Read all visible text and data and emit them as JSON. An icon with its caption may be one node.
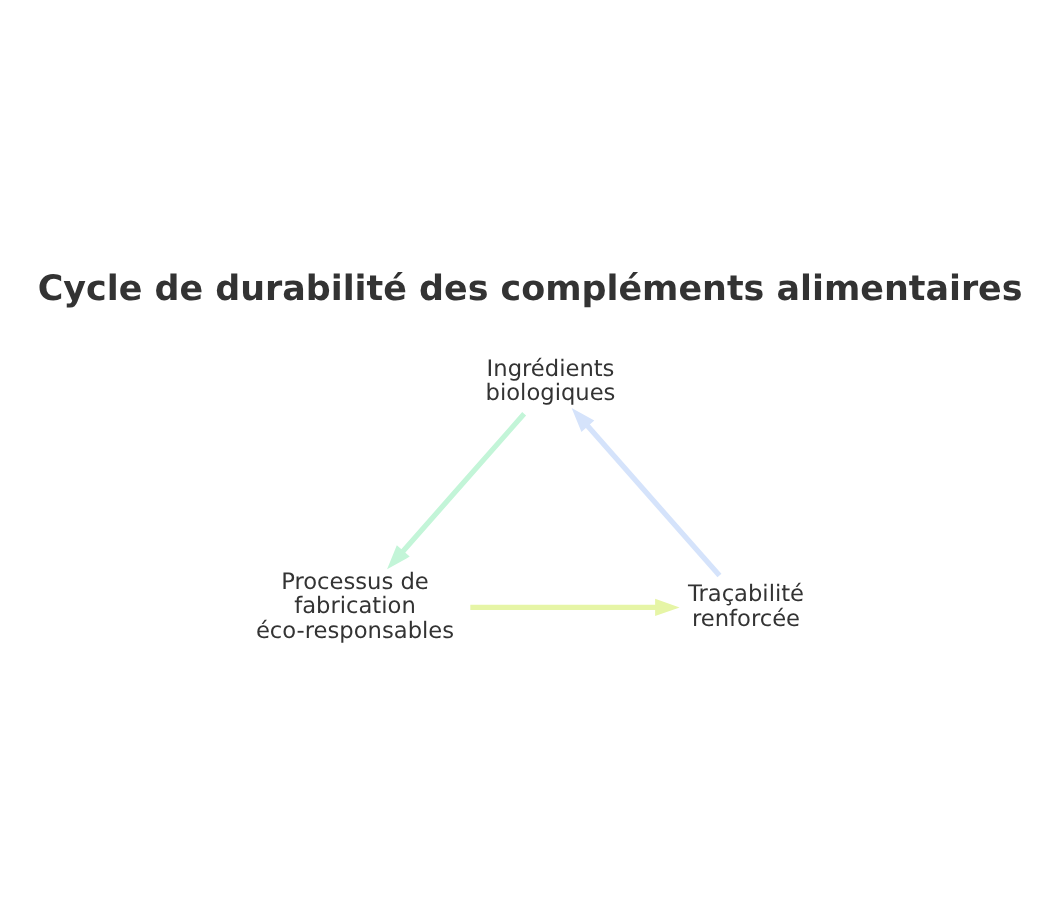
{
  "diagram": {
    "title": "Cycle de durabilité des compléments alimentaires",
    "nodes": [
      {
        "text": [
          "Ingrédients biologiques"
        ]
      },
      {
        "text": [
          "Processus de fabrication éco-responsables"
        ]
      },
      {
        "text": [
          "Traçabilité renforcée"
        ]
      }
    ],
    "edges": [
      {
        "from": 0,
        "to": 1,
        "arrow": "to",
        "color": "#c3f5d8"
      },
      {
        "from": 1,
        "to": 2,
        "arrow": "to",
        "color": "#e6f5a6"
      },
      {
        "from": 2,
        "to": 0,
        "arrow": "to",
        "color": "#d5e3fb"
      }
    ]
  }
}
